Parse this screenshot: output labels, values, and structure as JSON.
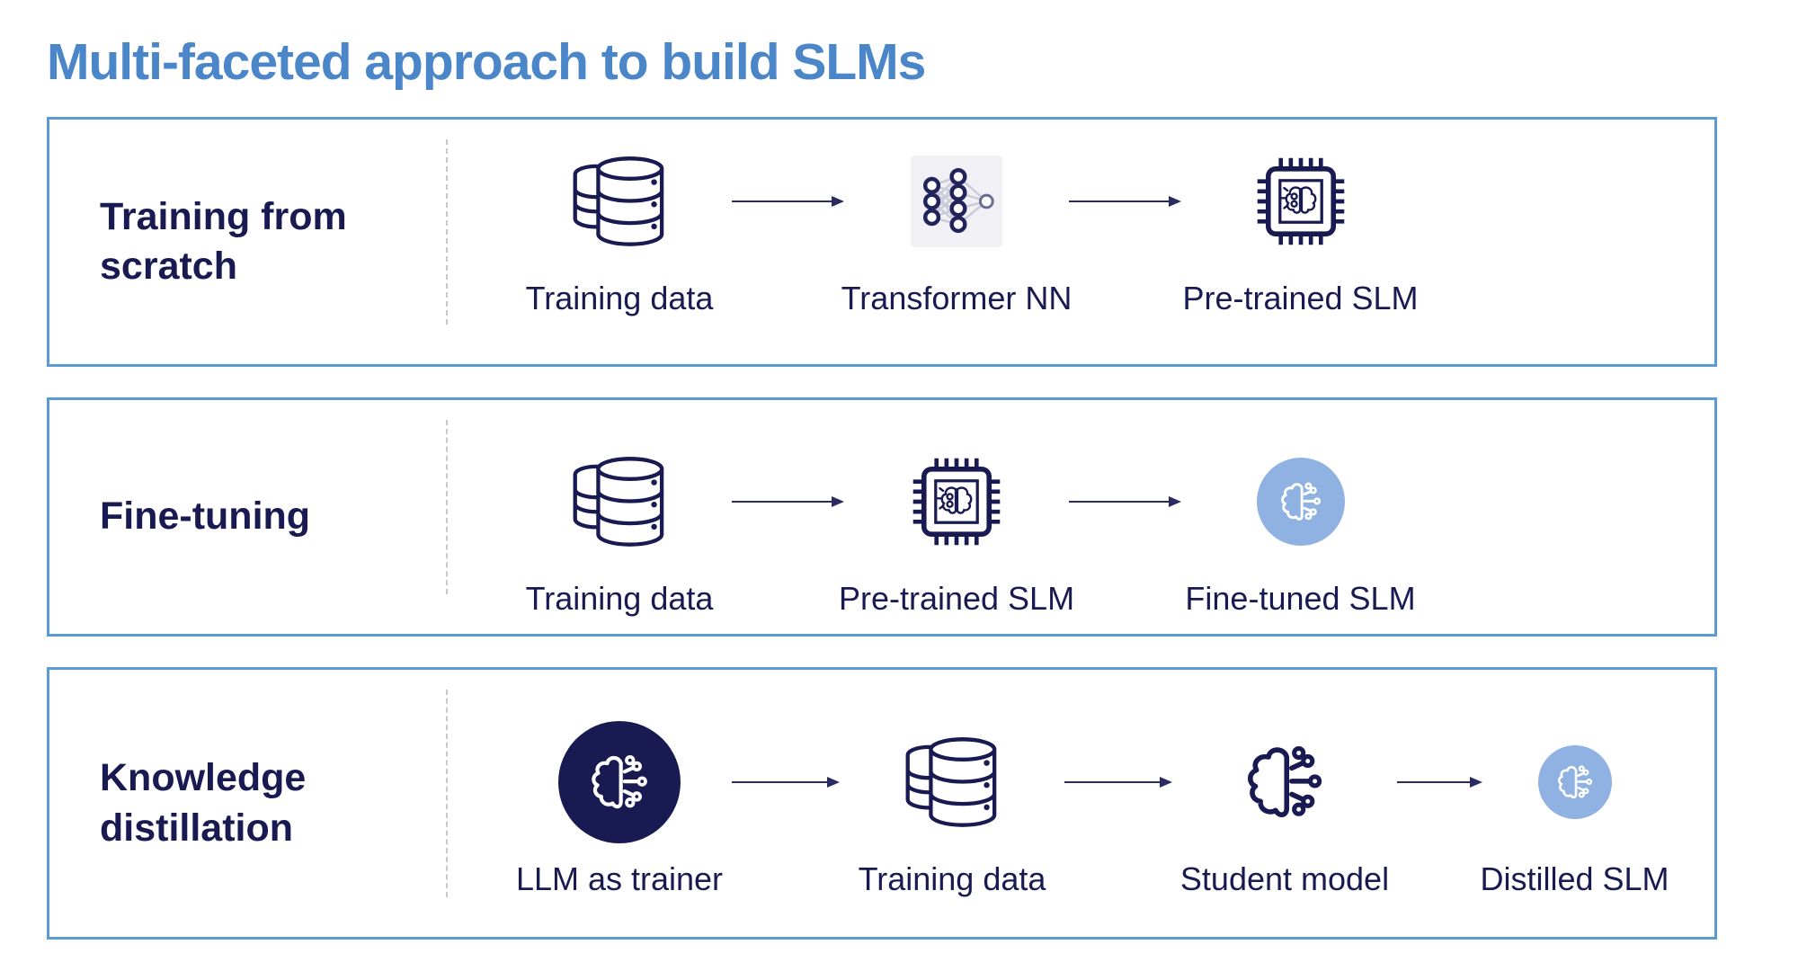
{
  "title": "Multi-faceted approach to build SLMs",
  "colors": {
    "title_blue": "#4A86C8",
    "box_border_blue": "#5B9BD5",
    "navy": "#1A1A52",
    "light_blue_circle": "#8FB2E2"
  },
  "rows": [
    {
      "label": "Training from scratch",
      "nodes": [
        {
          "icon": "database-icon",
          "label": "Training data"
        },
        {
          "icon": "neural-network-icon",
          "label": "Transformer NN"
        },
        {
          "icon": "chip-brain-icon",
          "label": "Pre-trained SLM"
        }
      ]
    },
    {
      "label": "Fine-tuning",
      "nodes": [
        {
          "icon": "database-icon",
          "label": "Training data"
        },
        {
          "icon": "chip-brain-icon",
          "label": "Pre-trained SLM"
        },
        {
          "icon": "brain-circle-light-icon",
          "label": "Fine-tuned SLM"
        }
      ]
    },
    {
      "label": "Knowledge distillation",
      "nodes": [
        {
          "icon": "brain-circle-dark-icon",
          "label": "LLM as trainer"
        },
        {
          "icon": "database-icon",
          "label": "Training data"
        },
        {
          "icon": "brain-outline-icon",
          "label": "Student model"
        },
        {
          "icon": "brain-circle-light-sm-icon",
          "label": "Distilled SLM"
        }
      ]
    }
  ]
}
